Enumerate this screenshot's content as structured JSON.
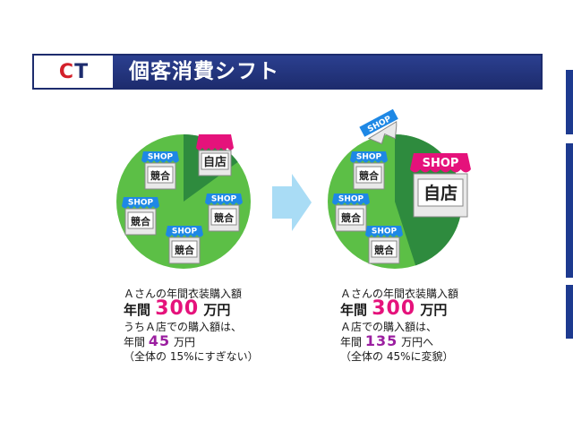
{
  "header": {
    "logo_c": "C",
    "logo_t": "T",
    "title": "個客消費シフト"
  },
  "colors": {
    "header_navy": "#1d2c6e",
    "pie_light": "#5cbf46",
    "pie_dark": "#2e8b3e",
    "shop_awning_blue": "#1e88e5",
    "own_shop_awning": "#e5127b",
    "arrow": "#a9dcf5",
    "highlight_number": "#e5127b"
  },
  "left": {
    "own_share_percent": 15,
    "own_shop_label": "自店",
    "competitor_labels": [
      "競合",
      "競合",
      "競合",
      "競合"
    ],
    "shop_sign": "SHOP",
    "caption": {
      "line1": "Ａさんの年間衣装購入額",
      "line2_prefix": "年間",
      "line2_value": "300",
      "line2_suffix": "万円",
      "line3": "うちＡ店での購入額は、",
      "line4_prefix": "年間",
      "line4_value": "45",
      "line4_suffix": "万円",
      "line5": "（全体の 15%にすぎない）"
    }
  },
  "right": {
    "own_share_percent": 45,
    "own_shop_sign": "SHOP",
    "own_shop_label": "自店",
    "competitor_labels": [
      "競合",
      "競合",
      "競合"
    ],
    "shop_sign": "SHOP",
    "flying_sign": "SHOP",
    "caption": {
      "line1": "Ａさんの年間衣装購入額",
      "line2_prefix": "年間",
      "line2_value": "300",
      "line2_suffix": "万円",
      "line3": "Ａ店での購入額は、",
      "line4_prefix": "年間",
      "line4_value": "135",
      "line4_suffix": "万円へ",
      "line5": "（全体の 45%に変貌）"
    }
  }
}
